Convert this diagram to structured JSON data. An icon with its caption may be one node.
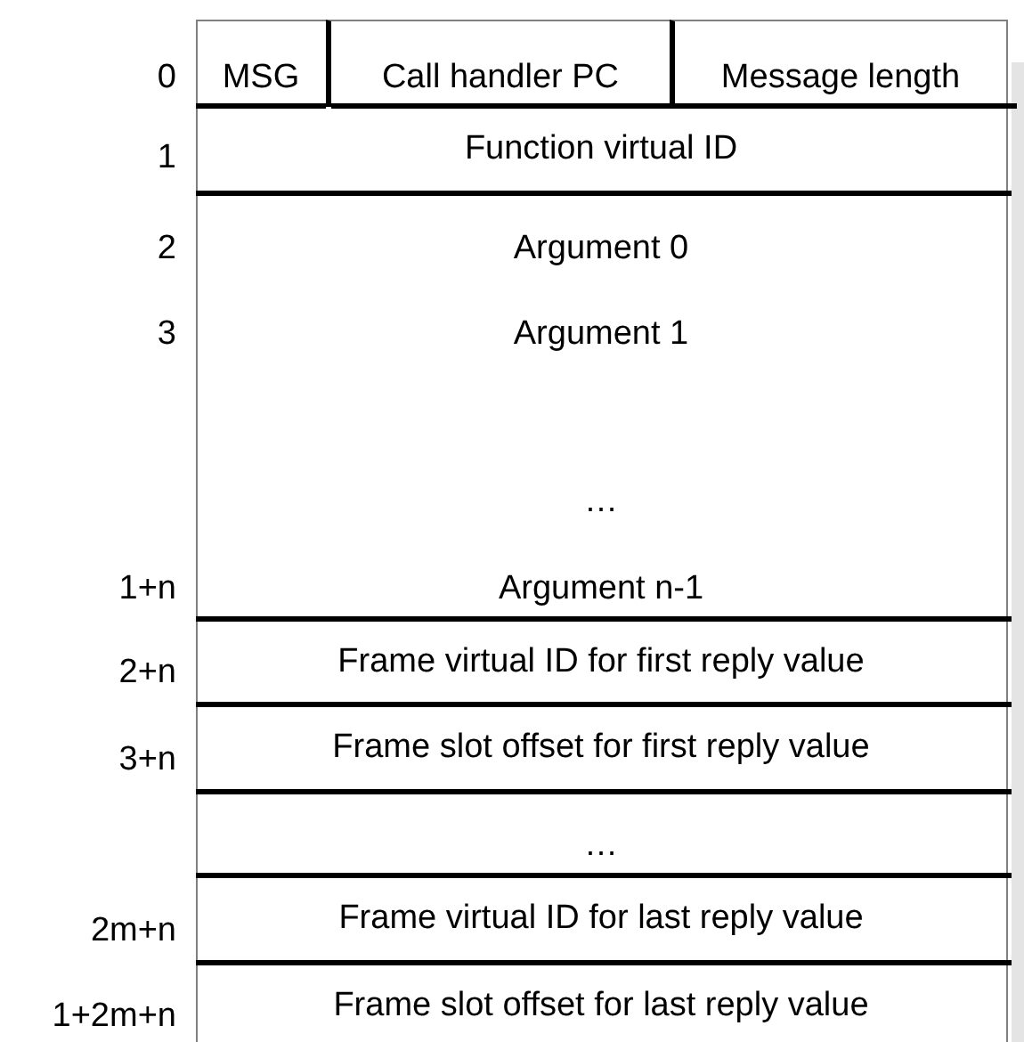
{
  "diagram": {
    "nodes": [
      {
        "text": [
          "MSG"
        ]
      },
      {
        "text": [
          "Call handler PC"
        ]
      },
      {
        "text": [
          "Message length"
        ]
      },
      {
        "text": [
          "Function virtual ID"
        ]
      },
      {
        "text": [
          "Argument 0"
        ]
      },
      {
        "text": [
          "Argument 1"
        ]
      },
      {
        "text": [
          "…"
        ]
      },
      {
        "text": [
          "Argument n-1"
        ]
      },
      {
        "text": [
          "Frame virtual ID for first reply value"
        ]
      },
      {
        "text": [
          "Frame slot offset for first reply value"
        ]
      },
      {
        "text": [
          "…"
        ]
      },
      {
        "text": [
          "Frame virtual ID for last reply value"
        ]
      },
      {
        "text": [
          "Frame slot offset for last reply value"
        ]
      }
    ],
    "labels": [
      "0",
      "1",
      "2",
      "3",
      "1+n",
      "2+n",
      "3+n",
      "2m+n",
      "1+2m+n"
    ]
  }
}
